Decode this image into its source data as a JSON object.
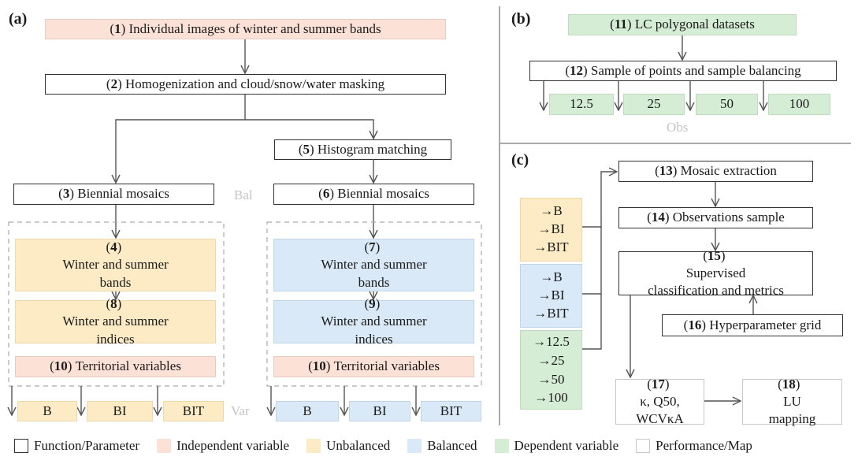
{
  "panels": {
    "a": "(a)",
    "b": "(b)",
    "c": "(c)"
  },
  "steps": {
    "s1": {
      "num": "1",
      "text": "Individual images of winter and summer bands"
    },
    "s2": {
      "num": "2",
      "text": "Homogenization and cloud/snow/water masking"
    },
    "s3": {
      "num": "3",
      "text": "Biennial mosaics"
    },
    "s4": {
      "num": "4",
      "text": "Winter and summer",
      "text2": "bands"
    },
    "s5": {
      "num": "5",
      "text": "Histogram matching"
    },
    "s6": {
      "num": "6",
      "text": "Biennial mosaics"
    },
    "s7": {
      "num": "7",
      "text": "Winter and summer",
      "text2": "bands"
    },
    "s8": {
      "num": "8",
      "text": "Winter and summer",
      "text2": "indices"
    },
    "s9": {
      "num": "9",
      "text": "Winter and summer",
      "text2": "indices"
    },
    "s10a": {
      "num": "10",
      "text": "Territorial variables"
    },
    "s10b": {
      "num": "10",
      "text": "Territorial variables"
    },
    "s11": {
      "num": "11",
      "text": "LC polygonal datasets"
    },
    "s12": {
      "num": "12",
      "text": "Sample of points and sample balancing"
    },
    "s13": {
      "num": "13",
      "text": "Mosaic extraction"
    },
    "s14": {
      "num": "14",
      "text": "Observations sample"
    },
    "s15": {
      "num": "15",
      "text": "Supervised",
      "text2": "classification and metrics"
    },
    "s16": {
      "num": "16",
      "text": "Hyperparameter grid"
    },
    "s17": {
      "num": "17",
      "text": "κ, Q50,",
      "text2": "WCVκA"
    },
    "s18": {
      "num": "18",
      "text": "LU",
      "text2": "mapping"
    }
  },
  "ghost_labels": {
    "bal": "Bal",
    "var": "Var",
    "obs": "Obs"
  },
  "var_outputs": {
    "unbalanced": [
      "B",
      "BI",
      "BIT"
    ],
    "balanced": [
      "B",
      "BI",
      "BIT"
    ]
  },
  "obs_outputs": [
    "12.5",
    "25",
    "50",
    "100"
  ],
  "c_inputs": {
    "unbalanced": [
      "→B",
      "→BI",
      "→BIT"
    ],
    "balanced": [
      "→B",
      "→BI",
      "→BIT"
    ],
    "obs": [
      "→12.5",
      "→25",
      "→50",
      "→100"
    ]
  },
  "legend": [
    {
      "label": "Function/Parameter",
      "kind": "fn"
    },
    {
      "label": "Independent variable",
      "kind": "indep"
    },
    {
      "label": "Unbalanced",
      "kind": "unbal"
    },
    {
      "label": "Balanced",
      "kind": "bal"
    },
    {
      "label": "Dependent variable",
      "kind": "dep"
    },
    {
      "label": "Performance/Map",
      "kind": "perf"
    }
  ],
  "colors": {
    "independent": "#fbe1d6",
    "unbalanced": "#fdebc6",
    "balanced": "#d9e9f7",
    "dependent": "#d5ecd5",
    "performance": "#ffffff",
    "function": "#333333"
  }
}
